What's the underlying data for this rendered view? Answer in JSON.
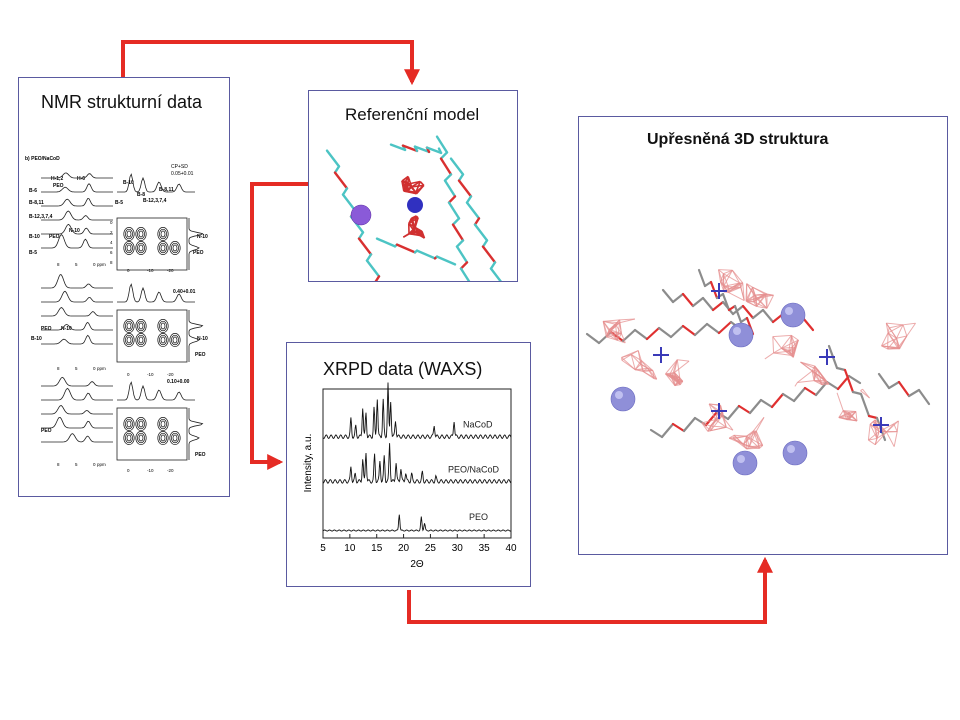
{
  "panels": {
    "nmr": {
      "title": "NMR strukturní data",
      "header": {
        "label": "b) PEO/NaCoD",
        "method": "CP+SD",
        "ratio": "0.05+0.01"
      },
      "labels_top": [
        "H-1,2",
        "H-6",
        "PEO",
        "B-6",
        "B-8,11",
        "B-12,3,7,4",
        "B-10",
        "PEO",
        "B-5",
        "N-10",
        "B-10",
        "B-8",
        "B-8,11",
        "B-12,3,7,4",
        "B-5",
        "N-10",
        "PEO"
      ],
      "labels_mid": [
        "0.40+0.01",
        "PEO",
        "N-10",
        "B-10",
        "N-10",
        "PEO"
      ],
      "labels_bottom": [
        "0.10+0.00",
        "PEO",
        "PEO"
      ],
      "axis_ppm": "ppm",
      "ticks_left": [
        "8",
        "5",
        "0"
      ],
      "ticks_right": [
        "0",
        "-10",
        "-20"
      ],
      "ticks_y": [
        "0",
        "2",
        "4",
        "6",
        "8"
      ]
    },
    "reference": {
      "title": "Referenční model"
    },
    "refined": {
      "title": "Upřesněná 3D struktura"
    },
    "xrpd": {
      "title": "XRPD data (WAXS)"
    }
  },
  "colors": {
    "arrow": "#e52b24",
    "border": "#5a5aa0",
    "sodium": "#8f8fd8",
    "cobalt": "#3a3ab8",
    "boron": "#d93030",
    "carbon": "#4cc4c4"
  },
  "chart_data": {
    "type": "line",
    "title": "XRPD data (WAXS)",
    "xlabel": "2Θ",
    "ylabel": "Intensity, a.u.",
    "xlim": [
      5,
      40
    ],
    "x_ticks": [
      5,
      10,
      15,
      20,
      25,
      30,
      35,
      40
    ],
    "x_tick_labels": [
      "5",
      "10",
      "15",
      "20",
      "25",
      "30",
      "35",
      "40"
    ],
    "series": [
      {
        "name": "NaCoD",
        "baseline": 0.68,
        "peaks": [
          [
            10.2,
            0.12
          ],
          [
            11.1,
            0.07
          ],
          [
            12.4,
            0.2
          ],
          [
            13.0,
            0.16
          ],
          [
            14.5,
            0.19
          ],
          [
            15.1,
            0.26
          ],
          [
            16.2,
            0.25
          ],
          [
            17.1,
            0.36
          ],
          [
            17.6,
            0.24
          ],
          [
            18.5,
            0.11
          ],
          [
            25.7,
            0.08
          ],
          [
            29.4,
            0.11
          ]
        ]
      },
      {
        "name": "PEO/NaCoD",
        "baseline": 0.38,
        "peaks": [
          [
            10.2,
            0.1
          ],
          [
            11.0,
            0.05
          ],
          [
            12.4,
            0.15
          ],
          [
            13.0,
            0.2
          ],
          [
            14.6,
            0.18
          ],
          [
            15.6,
            0.14
          ],
          [
            16.4,
            0.17
          ],
          [
            17.4,
            0.26
          ],
          [
            18.6,
            0.13
          ],
          [
            19.5,
            0.09
          ],
          [
            20.4,
            0.06
          ],
          [
            21.5,
            0.05
          ],
          [
            23.5,
            0.06
          ],
          [
            26.0,
            0.03
          ]
        ]
      },
      {
        "name": "PEO",
        "baseline": 0.05,
        "peaks": [
          [
            19.2,
            0.11
          ],
          [
            23.3,
            0.09
          ],
          [
            23.9,
            0.05
          ]
        ]
      }
    ]
  }
}
